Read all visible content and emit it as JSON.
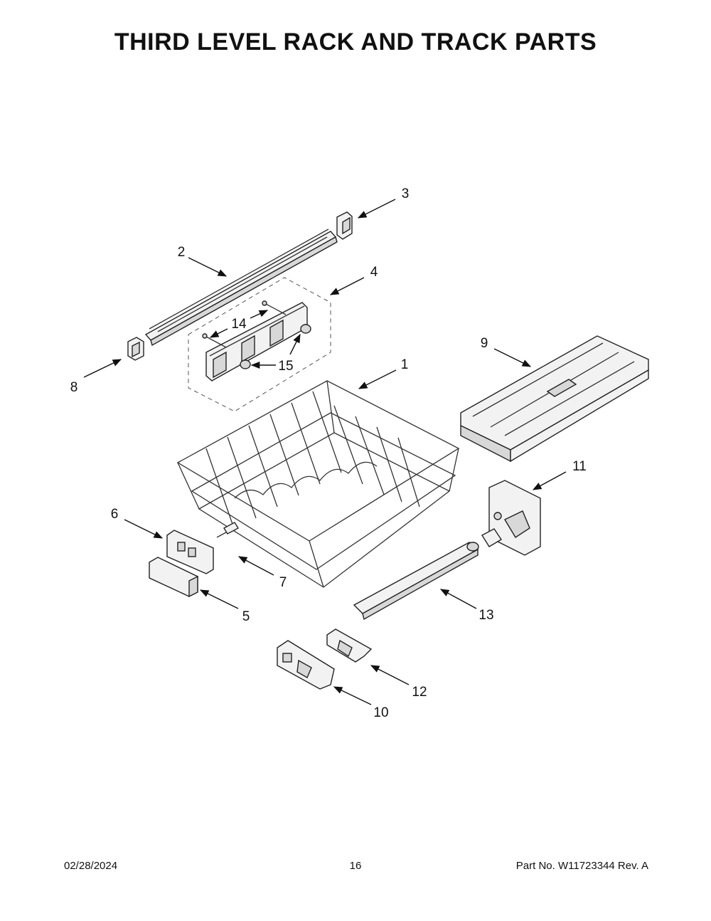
{
  "title": "THIRD LEVEL RACK AND TRACK PARTS",
  "callouts": [
    "1",
    "2",
    "3",
    "4",
    "5",
    "6",
    "7",
    "8",
    "9",
    "10",
    "11",
    "12",
    "13",
    "14",
    "15"
  ],
  "footer": {
    "date": "02/28/2024",
    "page": "16",
    "part_no": "Part No.  W11723344  Rev.  A"
  }
}
